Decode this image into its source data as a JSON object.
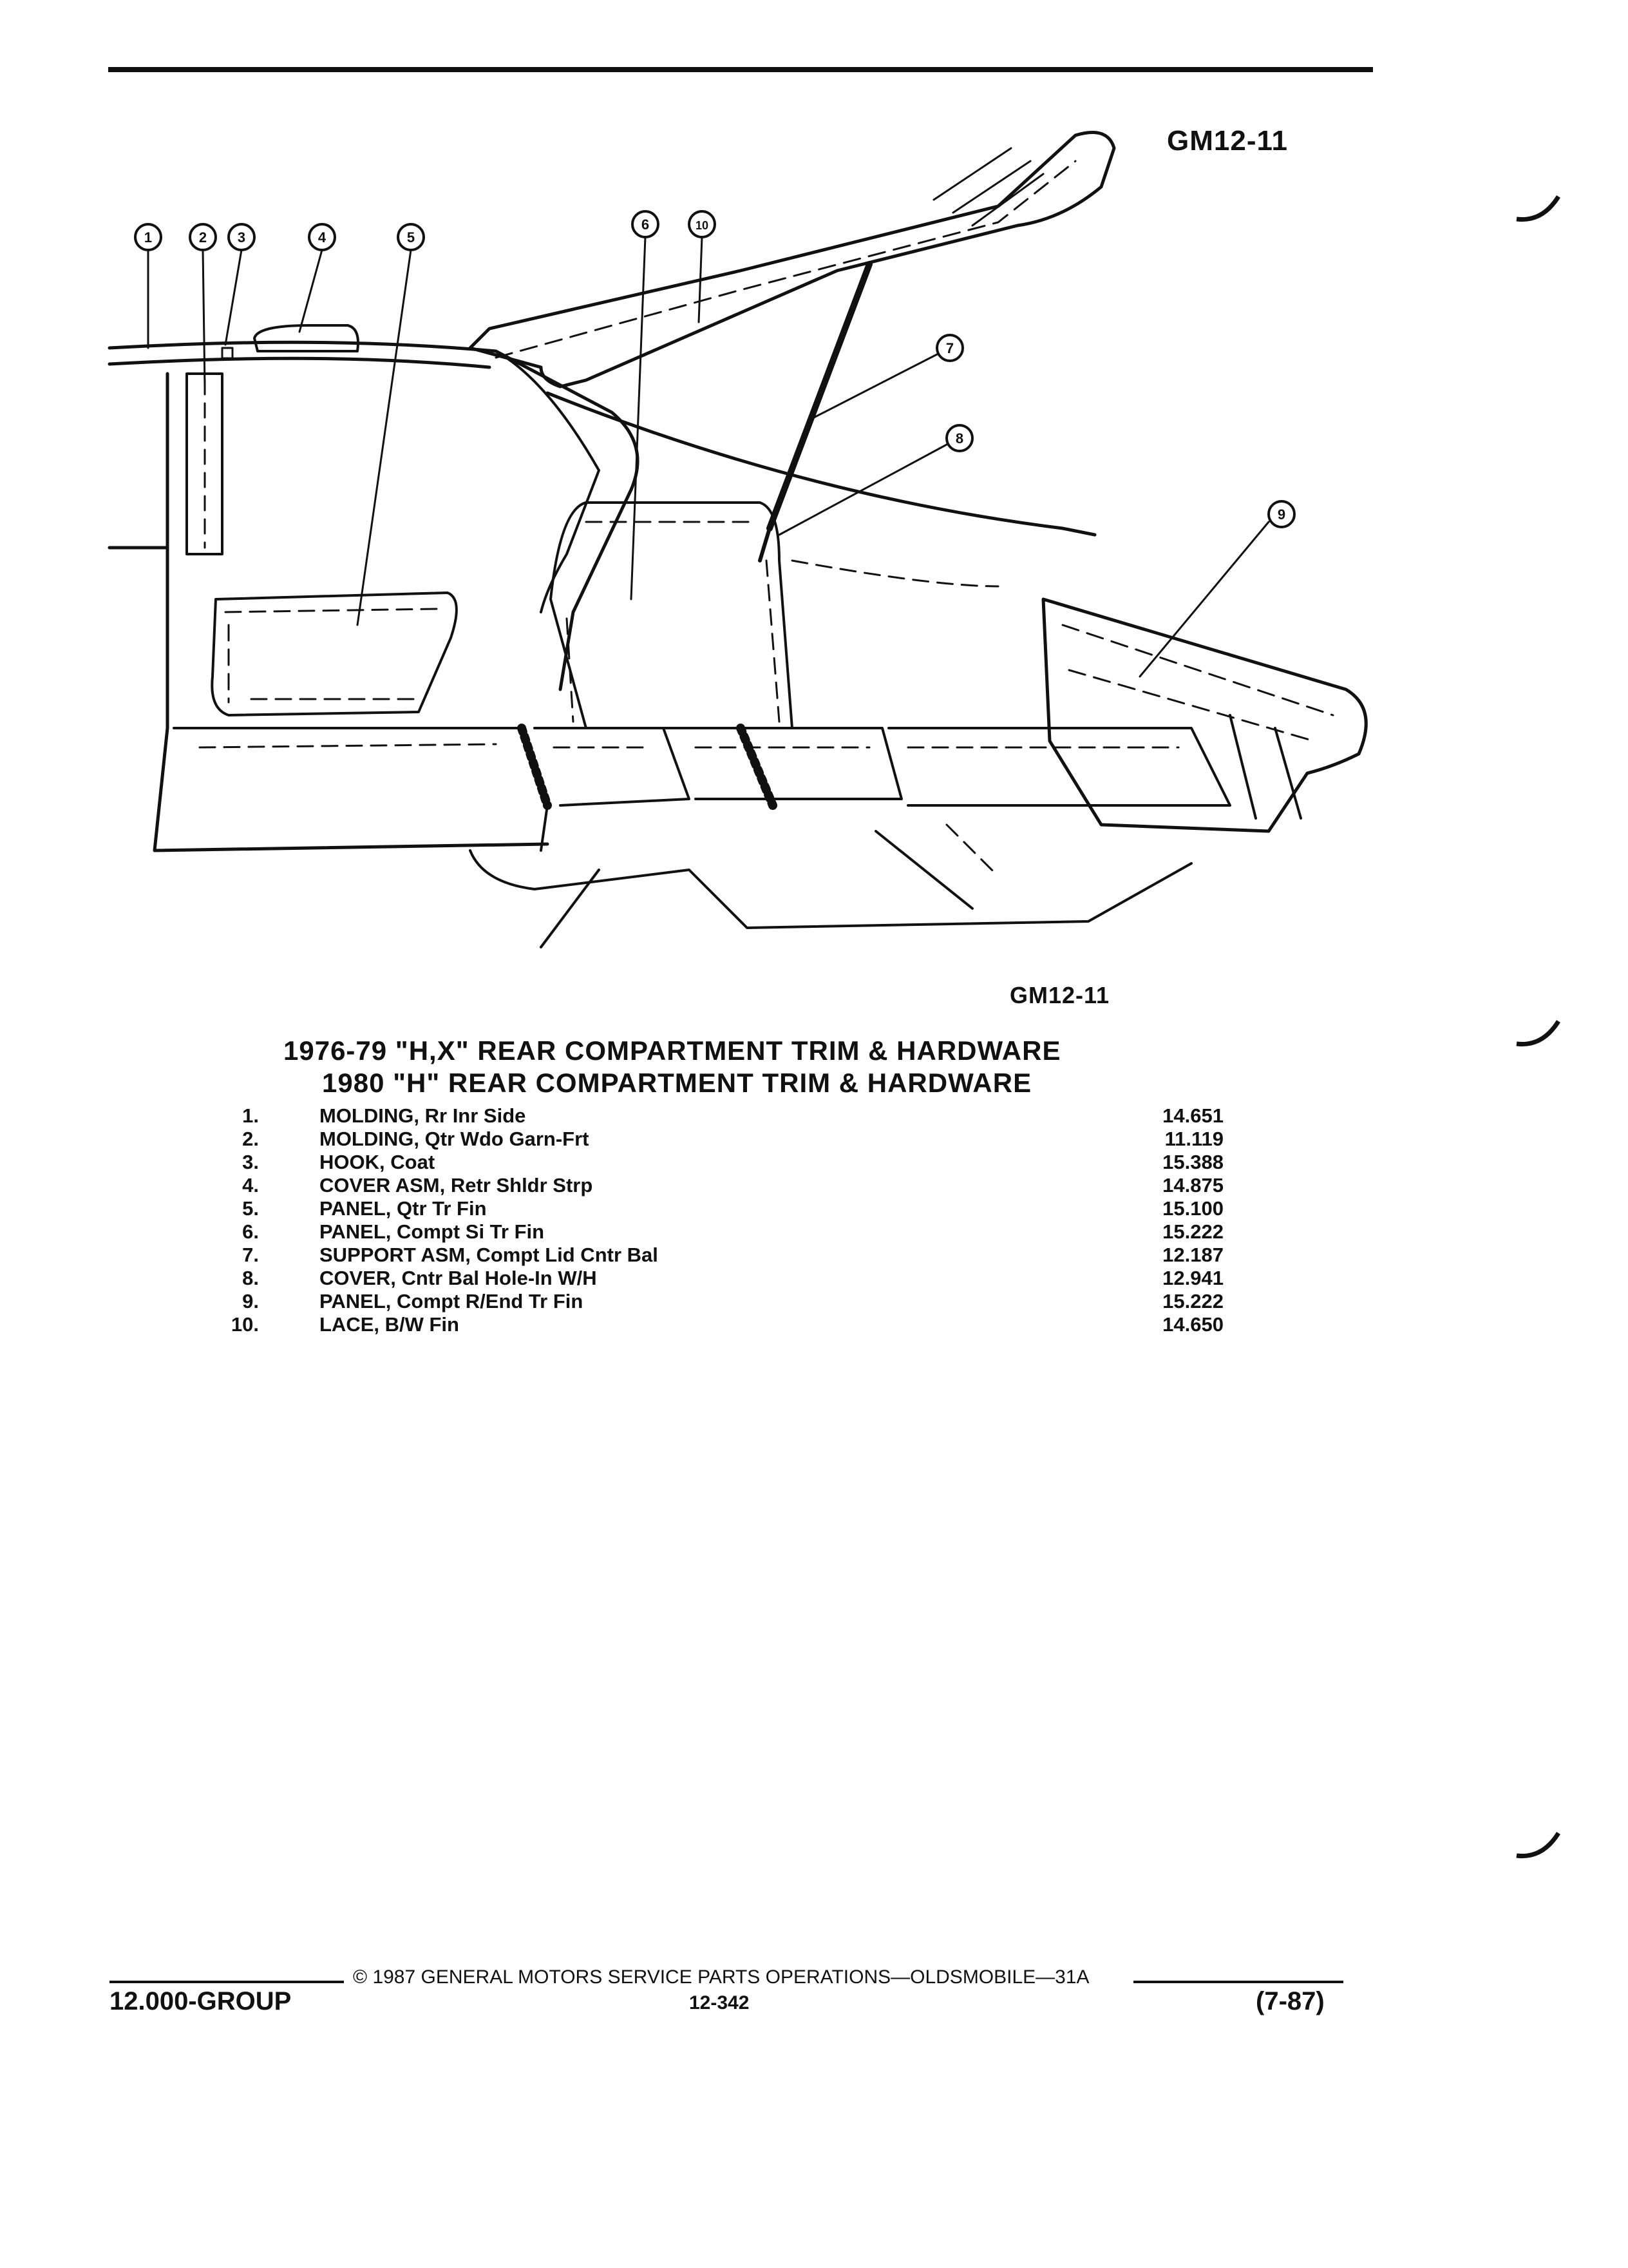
{
  "figure_code": "GM12-11",
  "figure_code_bottom": "GM12-11",
  "callouts": [
    "1",
    "2",
    "3",
    "4",
    "5",
    "6",
    "10",
    "7",
    "8",
    "9"
  ],
  "titles": {
    "line1": "1976-79 \"H,X\" REAR COMPARTMENT TRIM & HARDWARE",
    "line2": "1980 \"H\" REAR COMPARTMENT TRIM & HARDWARE"
  },
  "parts": [
    {
      "num": "1.",
      "name": "MOLDING,",
      "desc": "Rr Inr Side",
      "value": "14.651"
    },
    {
      "num": "2.",
      "name": "MOLDING,",
      "desc": "Qtr Wdo Garn-Frt",
      "value": "11.119"
    },
    {
      "num": "3.",
      "name": "HOOK,",
      "desc": "Coat",
      "value": "15.388"
    },
    {
      "num": "4.",
      "name": "COVER ASM,",
      "desc": "Retr Shldr Strp",
      "value": "14.875"
    },
    {
      "num": "5.",
      "name": "PANEL,",
      "desc": "Qtr Tr Fin",
      "value": "15.100"
    },
    {
      "num": "6.",
      "name": "PANEL,",
      "desc": "Compt Si Tr Fin",
      "value": "15.222"
    },
    {
      "num": "7.",
      "name": "SUPPORT ASM,",
      "desc": "Compt Lid Cntr Bal",
      "value": "12.187"
    },
    {
      "num": "8.",
      "name": "COVER,",
      "desc": "Cntr Bal Hole-In W/H",
      "value": "12.941"
    },
    {
      "num": "9.",
      "name": "PANEL,",
      "desc": "Compt R/End Tr Fin",
      "value": "15.222"
    },
    {
      "num": "10.",
      "name": "LACE,",
      "desc": "B/W Fin",
      "value": "14.650"
    }
  ],
  "footer": {
    "copyright": "© 1987 GENERAL MOTORS SERVICE PARTS OPERATIONS—OLDSMOBILE—31A",
    "group": "12.000-GROUP",
    "page": "12-342",
    "revision": "(7-87)"
  }
}
